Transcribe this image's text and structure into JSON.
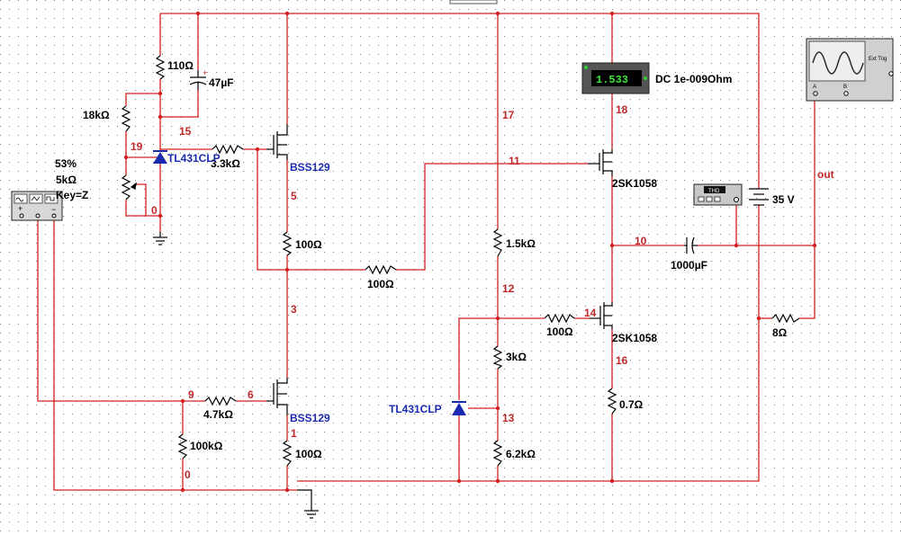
{
  "resistors": {
    "r110": "110Ω",
    "r18k": "18kΩ",
    "r3k3": "3.3kΩ",
    "r100_a": "100Ω",
    "r100_b": "100Ω",
    "r100_c": "100Ω",
    "r100_d": "100Ω",
    "r1k5": "1.5kΩ",
    "r3k": "3kΩ",
    "r6k2": "6.2kΩ",
    "r0_7": "0.7Ω",
    "r4k7": "4.7kΩ",
    "r100k": "100kΩ",
    "r8": "8Ω"
  },
  "capacitors": {
    "c47": "47µF",
    "c1000": "1000µF"
  },
  "pot": {
    "percent": "53%",
    "value": "5kΩ",
    "key": "Key=Z"
  },
  "parts": {
    "tl431_top": "TL431CLP",
    "tl431_bottom": "TL431CLP",
    "bss129_top": "BSS129",
    "bss129_bottom": "BSS129",
    "fet_top": "2SK1058",
    "fet_bottom": "2SK1058"
  },
  "nodes": {
    "n19": "19",
    "n15": "15",
    "n0a": "0",
    "n5": "5",
    "n3": "3",
    "n9": "9",
    "n6": "6",
    "n1": "1",
    "n0b": "0",
    "n17": "17",
    "n11": "11",
    "n12": "12",
    "n13": "13",
    "n18": "18",
    "n10": "10",
    "n14": "14",
    "n16": "16",
    "out": "out"
  },
  "multimeter": {
    "value": "1.533",
    "mode": "DC 1e-009Ohm"
  },
  "supply": {
    "voltage": "35 V"
  },
  "thd": {
    "label": "THD"
  },
  "scope": {
    "trig": "Ext Trig",
    "a": "A",
    "b": "B"
  }
}
